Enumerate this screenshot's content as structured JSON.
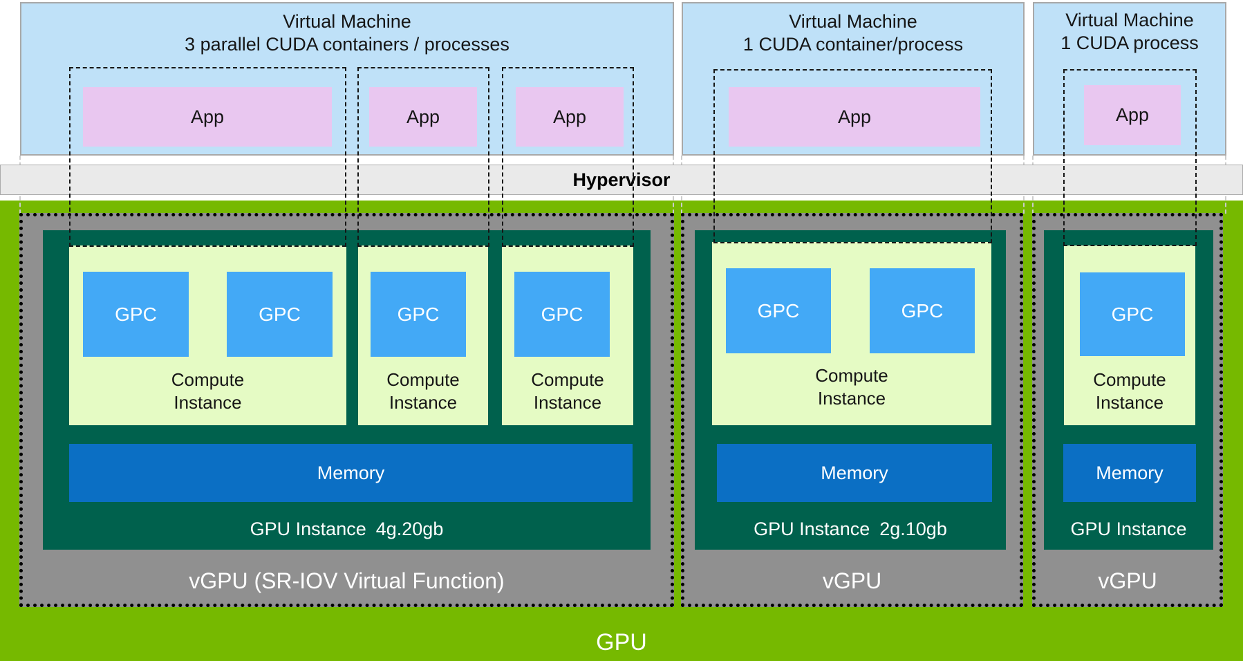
{
  "vms": [
    {
      "title": "Virtual Machine",
      "subtitle": "3 parallel CUDA containers / processes",
      "apps": [
        "App",
        "App",
        "App"
      ]
    },
    {
      "title": "Virtual Machine",
      "subtitle": "1 CUDA container/process",
      "apps": [
        "App"
      ]
    },
    {
      "title": "Virtual Machine",
      "subtitle": "1 CUDA process",
      "apps": [
        "App"
      ]
    }
  ],
  "hypervisor": {
    "label": "Hypervisor"
  },
  "gpu": {
    "label": "GPU",
    "vgpus": [
      {
        "label": "vGPU (SR-IOV Virtual Function)",
        "gpu_instance": {
          "name": "GPU Instance",
          "profile": "4g.20gb",
          "memory": {
            "label": "Memory"
          },
          "compute_instances": [
            {
              "line1": "Compute",
              "line2": "Instance",
              "gpcs": [
                "GPC",
                "GPC"
              ]
            },
            {
              "line1": "Compute",
              "line2": "Instance",
              "gpcs": [
                "GPC"
              ]
            },
            {
              "line1": "Compute",
              "line2": "Instance",
              "gpcs": [
                "GPC"
              ]
            }
          ]
        }
      },
      {
        "label": "vGPU",
        "gpu_instance": {
          "name": "GPU Instance",
          "profile": "2g.10gb",
          "memory": {
            "label": "Memory"
          },
          "compute_instances": [
            {
              "line1": "Compute",
              "line2": "Instance",
              "gpcs": [
                "GPC",
                "GPC"
              ]
            }
          ]
        }
      },
      {
        "label": "vGPU",
        "gpu_instance": {
          "name": "GPU Instance",
          "profile": "",
          "memory": {
            "label": "Memory"
          },
          "compute_instances": [
            {
              "line1": "Compute",
              "line2": "Instance",
              "gpcs": [
                "GPC"
              ]
            }
          ]
        }
      }
    ]
  },
  "colors": {
    "vm_fill": "#bfe1f8",
    "app_fill": "#e9c7f0",
    "hypervisor_fill": "#eaeaea",
    "gpu_green": "#76b900",
    "vgpu_gray": "#909090",
    "gpu_instance_teal": "#00614d",
    "compute_instance_fill": "#e5fbc4",
    "gpc_blue": "#43a9f6",
    "memory_blue": "#0b6fc4"
  }
}
